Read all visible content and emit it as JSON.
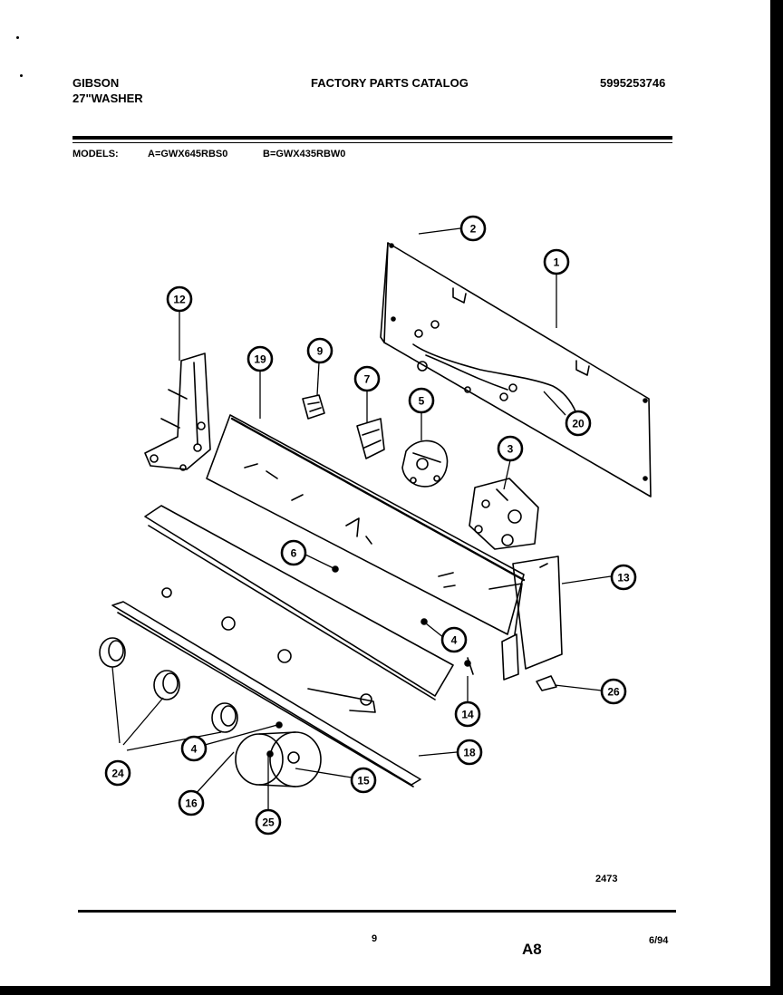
{
  "header": {
    "brand": "GIBSON",
    "product": "27\"WASHER",
    "catalog_title": "FACTORY PARTS CATALOG",
    "catalog_number": "5995253746"
  },
  "models": {
    "label": "MODELS:",
    "a": "A=GWX645RBS0",
    "b": "B=GWX435RBW0"
  },
  "callouts": [
    "1",
    "2",
    "3",
    "4",
    "5",
    "6",
    "7",
    "9",
    "12",
    "13",
    "14",
    "15",
    "16",
    "18",
    "19",
    "20",
    "24",
    "25",
    "26",
    "4"
  ],
  "diagram_number": "2473",
  "footer": {
    "page_number": "9",
    "section_code": "A8",
    "date": "6/94"
  }
}
